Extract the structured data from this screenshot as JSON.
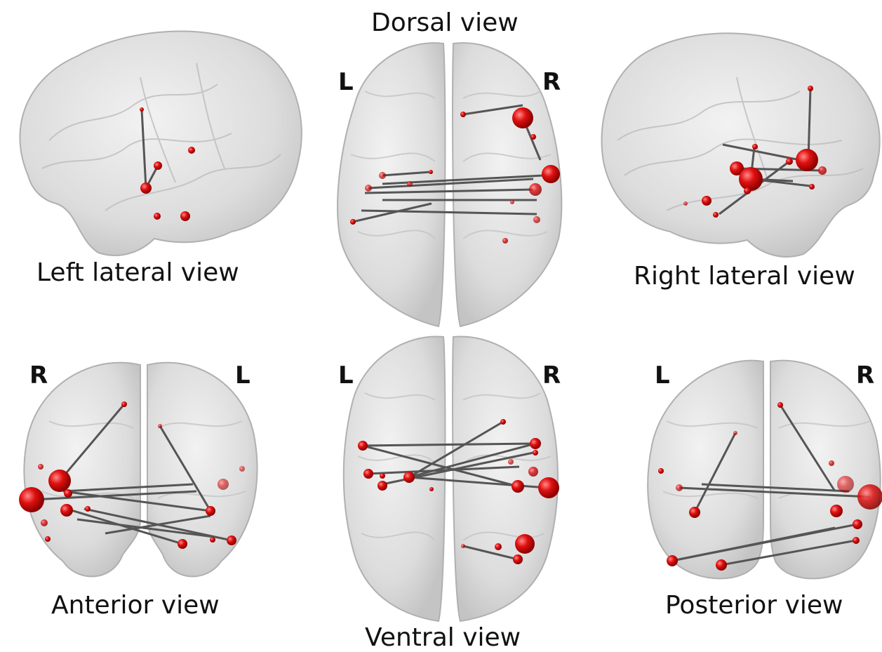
{
  "figure": {
    "views": {
      "left_lateral": {
        "caption": "Left lateral view"
      },
      "dorsal": {
        "caption": "Dorsal view",
        "side_left": "L",
        "side_right": "R"
      },
      "right_lateral": {
        "caption": "Right lateral view"
      },
      "anterior": {
        "caption": "Anterior view",
        "side_left": "R",
        "side_right": "L"
      },
      "ventral": {
        "caption": "Ventral view",
        "side_left": "L",
        "side_right": "R"
      },
      "posterior": {
        "caption": "Posterior view",
        "side_left": "L",
        "side_right": "R"
      }
    },
    "colors": {
      "node": "#e01010",
      "edge": "#555555",
      "brain_fill": "#d9d9d9",
      "brain_outline": "#b5b5b5",
      "background": "#ffffff"
    }
  }
}
